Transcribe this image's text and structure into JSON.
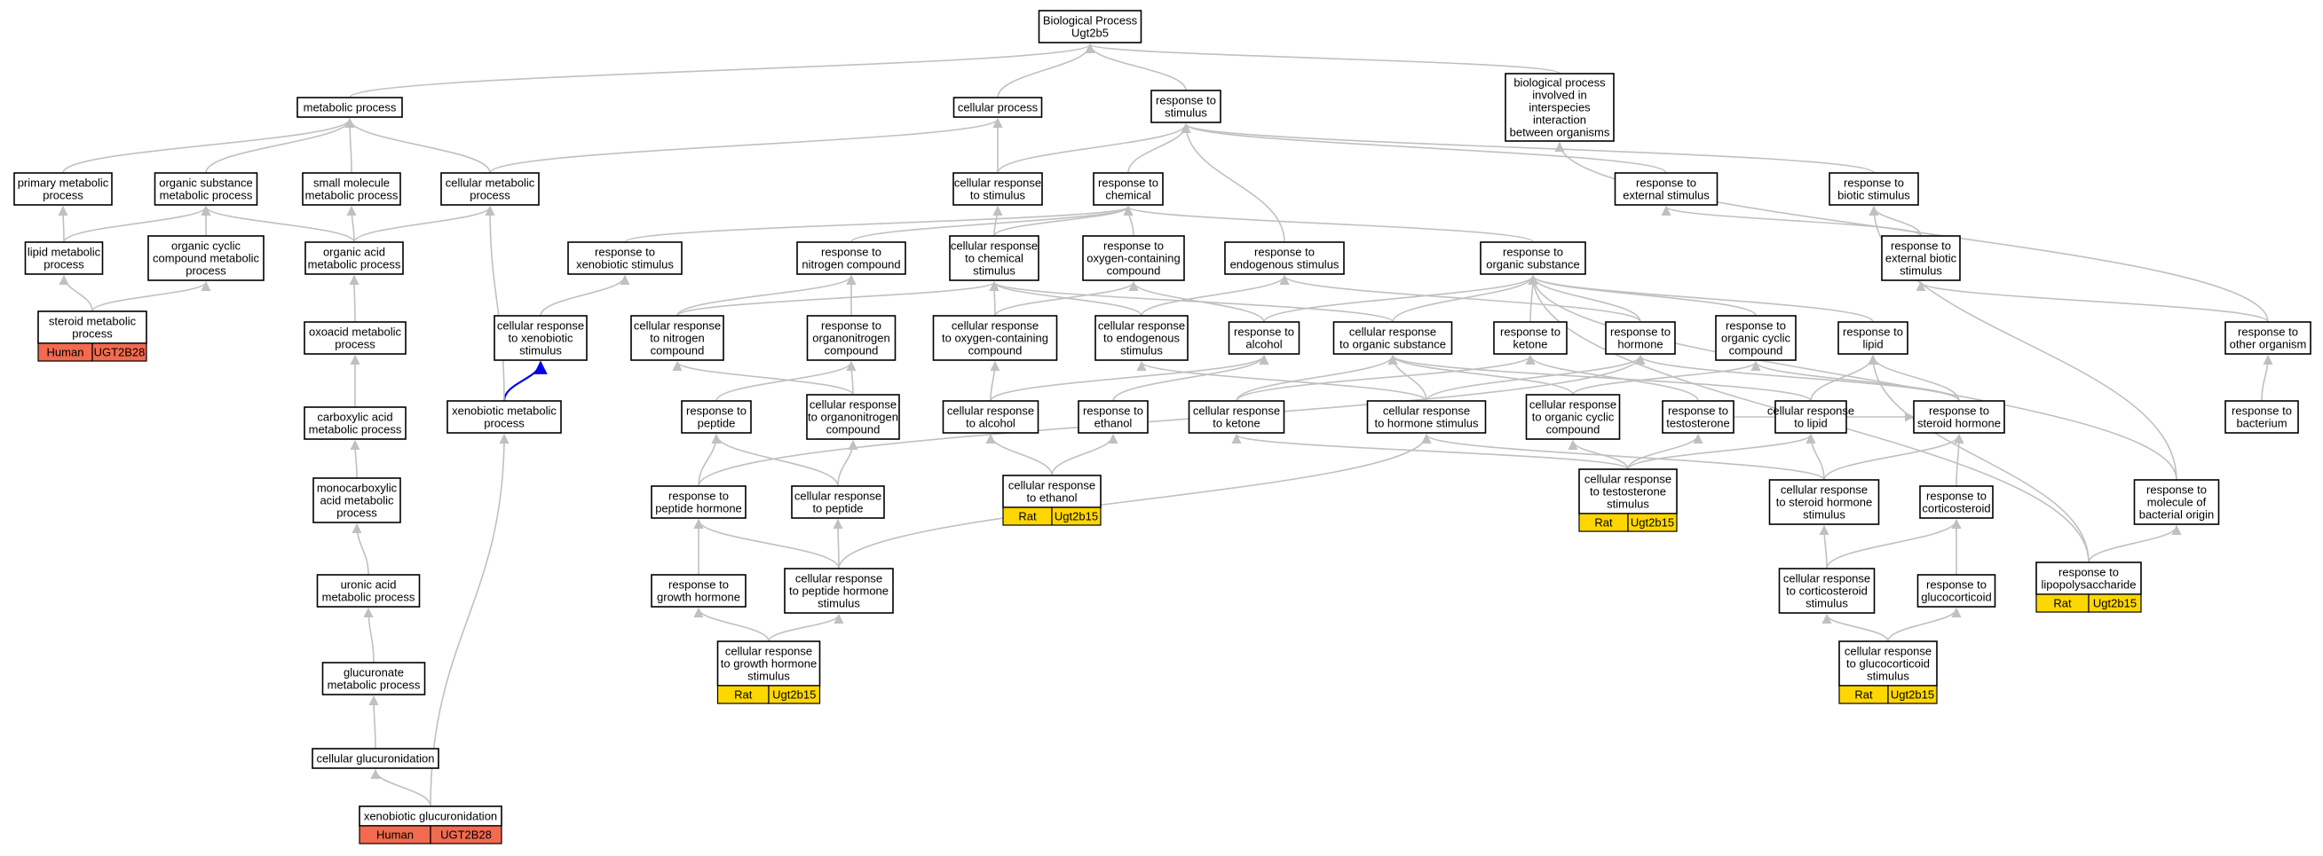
{
  "colors": {
    "node_border": "#000000",
    "edge": "#c0c0c0",
    "edge_highlight": "#0000ee",
    "human_tag": "#f26a4f",
    "rat_tag": "#ffd700"
  },
  "nodes": [
    {
      "id": "bp",
      "lines": [
        "Biological Process",
        "Ugt2b5"
      ]
    },
    {
      "id": "mp",
      "lines": [
        "metabolic process"
      ]
    },
    {
      "id": "cp",
      "lines": [
        "cellular process"
      ]
    },
    {
      "id": "rs",
      "lines": [
        "response to",
        "stimulus"
      ]
    },
    {
      "id": "bpi",
      "lines": [
        "biological process",
        "involved in",
        "interspecies",
        "interaction",
        "between organisms"
      ]
    },
    {
      "id": "pmp",
      "lines": [
        "primary metabolic",
        "process"
      ]
    },
    {
      "id": "osmp",
      "lines": [
        "organic substance",
        "metabolic process"
      ]
    },
    {
      "id": "smmp",
      "lines": [
        "small molecule",
        "metabolic process"
      ]
    },
    {
      "id": "cmp",
      "lines": [
        "cellular metabolic",
        "process"
      ]
    },
    {
      "id": "crs",
      "lines": [
        "cellular response",
        "to stimulus"
      ]
    },
    {
      "id": "rc",
      "lines": [
        "response to",
        "chemical"
      ]
    },
    {
      "id": "res",
      "lines": [
        "response to",
        "external stimulus"
      ]
    },
    {
      "id": "rbs",
      "lines": [
        "response to",
        "biotic stimulus"
      ]
    },
    {
      "id": "lmp",
      "lines": [
        "lipid metabolic",
        "process"
      ]
    },
    {
      "id": "occmp",
      "lines": [
        "organic cyclic",
        "compound metabolic",
        "process"
      ]
    },
    {
      "id": "oamp",
      "lines": [
        "organic acid",
        "metabolic process"
      ]
    },
    {
      "id": "rxs",
      "lines": [
        "response to",
        "xenobiotic stimulus"
      ]
    },
    {
      "id": "rnc",
      "lines": [
        "response to",
        "nitrogen compound"
      ]
    },
    {
      "id": "crc",
      "lines": [
        "cellular response",
        "to chemical",
        "stimulus"
      ]
    },
    {
      "id": "rocc",
      "lines": [
        "response to",
        "oxygen-containing",
        "compound"
      ]
    },
    {
      "id": "renst",
      "lines": [
        "response to",
        "endogenous stimulus"
      ]
    },
    {
      "id": "ros",
      "lines": [
        "response to",
        "organic substance"
      ]
    },
    {
      "id": "rebs",
      "lines": [
        "response to",
        "external biotic",
        "stimulus"
      ]
    },
    {
      "id": "stmp",
      "lines": [
        "steroid metabolic",
        "process"
      ],
      "tag": [
        "Human",
        "UGT2B28"
      ]
    },
    {
      "id": "crxs",
      "lines": [
        "cellular response",
        "to xenobiotic",
        "stimulus"
      ]
    },
    {
      "id": "crnc",
      "lines": [
        "cellular response",
        "to nitrogen",
        "compound"
      ]
    },
    {
      "id": "ronc",
      "lines": [
        "response to",
        "organonitrogen",
        "compound"
      ]
    },
    {
      "id": "crocc",
      "lines": [
        "cellular response",
        "to oxygen-containing",
        "compound"
      ]
    },
    {
      "id": "crens",
      "lines": [
        "cellular response",
        "to endogenous",
        "stimulus"
      ]
    },
    {
      "id": "ra",
      "lines": [
        "response to",
        "alcohol"
      ]
    },
    {
      "id": "cros",
      "lines": [
        "cellular response",
        "to organic substance"
      ]
    },
    {
      "id": "rk",
      "lines": [
        "response to",
        "ketone"
      ]
    },
    {
      "id": "rh",
      "lines": [
        "response to",
        "hormone"
      ]
    },
    {
      "id": "rorc",
      "lines": [
        "response to",
        "organic cyclic",
        "compound"
      ]
    },
    {
      "id": "rl",
      "lines": [
        "response to",
        "lipid"
      ]
    },
    {
      "id": "roo",
      "lines": [
        "response to",
        "other organism"
      ]
    },
    {
      "id": "omp",
      "lines": [
        "oxoacid metabolic",
        "process"
      ]
    },
    {
      "id": "xmp",
      "lines": [
        "xenobiotic metabolic",
        "process"
      ]
    },
    {
      "id": "rp",
      "lines": [
        "response to",
        "peptide"
      ]
    },
    {
      "id": "cronc",
      "lines": [
        "cellular response",
        "to organonitrogen",
        "compound"
      ]
    },
    {
      "id": "cra",
      "lines": [
        "cellular response",
        "to alcohol"
      ]
    },
    {
      "id": "re",
      "lines": [
        "response to",
        "ethanol"
      ]
    },
    {
      "id": "crk",
      "lines": [
        "cellular response",
        "to ketone"
      ]
    },
    {
      "id": "crhs",
      "lines": [
        "cellular response",
        "to hormone stimulus"
      ]
    },
    {
      "id": "crorc",
      "lines": [
        "cellular response",
        "to organic cyclic",
        "compound"
      ]
    },
    {
      "id": "rt",
      "lines": [
        "response to",
        "testosterone"
      ]
    },
    {
      "id": "crl",
      "lines": [
        "cellular response",
        "to lipid"
      ]
    },
    {
      "id": "rsh",
      "lines": [
        "response to",
        "steroid hormone"
      ]
    },
    {
      "id": "rb",
      "lines": [
        "response to",
        "bacterium"
      ]
    },
    {
      "id": "camp",
      "lines": [
        "carboxylic acid",
        "metabolic process"
      ]
    },
    {
      "id": "mcamp",
      "lines": [
        "monocarboxylic",
        "acid metabolic",
        "process"
      ]
    },
    {
      "id": "rph",
      "lines": [
        "response to",
        "peptide hormone"
      ]
    },
    {
      "id": "crp",
      "lines": [
        "cellular response",
        "to peptide"
      ]
    },
    {
      "id": "cre",
      "lines": [
        "cellular response",
        "to ethanol"
      ],
      "tag": [
        "Rat",
        "Ugt2b15"
      ]
    },
    {
      "id": "crts",
      "lines": [
        "cellular response",
        "to testosterone",
        "stimulus"
      ],
      "tag": [
        "Rat",
        "Ugt2b15"
      ]
    },
    {
      "id": "crsh",
      "lines": [
        "cellular response",
        "to steroid hormone",
        "stimulus"
      ]
    },
    {
      "id": "rcs",
      "lines": [
        "response to",
        "corticosteroid"
      ]
    },
    {
      "id": "rmbo",
      "lines": [
        "response to",
        "molecule of",
        "bacterial origin"
      ]
    },
    {
      "id": "uamp",
      "lines": [
        "uronic acid",
        "metabolic process"
      ]
    },
    {
      "id": "rgh",
      "lines": [
        "response to",
        "growth hormone"
      ]
    },
    {
      "id": "crphs",
      "lines": [
        "cellular response",
        "to peptide hormone",
        "stimulus"
      ]
    },
    {
      "id": "crcs",
      "lines": [
        "cellular response",
        "to corticosteroid",
        "stimulus"
      ]
    },
    {
      "id": "rgc",
      "lines": [
        "response to",
        "glucocorticoid"
      ]
    },
    {
      "id": "rlps",
      "lines": [
        "response to",
        "lipopolysaccharide"
      ],
      "tag": [
        "Rat",
        "Ugt2b15"
      ]
    },
    {
      "id": "gmp",
      "lines": [
        "glucuronate",
        "metabolic process"
      ]
    },
    {
      "id": "crghs",
      "lines": [
        "cellular response",
        "to growth hormone",
        "stimulus"
      ],
      "tag": [
        "Rat",
        "Ugt2b15"
      ]
    },
    {
      "id": "crgcs",
      "lines": [
        "cellular response",
        "to glucocorticoid",
        "stimulus"
      ],
      "tag": [
        "Rat",
        "Ugt2b15"
      ]
    },
    {
      "id": "cg",
      "lines": [
        "cellular glucuronidation"
      ]
    },
    {
      "id": "xg",
      "lines": [
        "xenobiotic glucuronidation"
      ],
      "tag": [
        "Human",
        "UGT2B28"
      ]
    }
  ],
  "edges": [
    [
      "mp",
      "bp"
    ],
    [
      "cp",
      "bp"
    ],
    [
      "rs",
      "bp"
    ],
    [
      "bpi",
      "bp"
    ],
    [
      "pmp",
      "mp"
    ],
    [
      "osmp",
      "mp"
    ],
    [
      "smmp",
      "mp"
    ],
    [
      "cmp",
      "mp"
    ],
    [
      "cmp",
      "cp"
    ],
    [
      "crs",
      "cp"
    ],
    [
      "crs",
      "rs"
    ],
    [
      "rc",
      "rs"
    ],
    [
      "res",
      "rs"
    ],
    [
      "rbs",
      "rs"
    ],
    [
      "renst",
      "rs"
    ],
    [
      "lmp",
      "pmp"
    ],
    [
      "lmp",
      "osmp"
    ],
    [
      "occmp",
      "osmp"
    ],
    [
      "oamp",
      "osmp"
    ],
    [
      "oamp",
      "smmp"
    ],
    [
      "oamp",
      "cmp"
    ],
    [
      "stmp",
      "lmp"
    ],
    [
      "stmp",
      "occmp"
    ],
    [
      "rxs",
      "rc"
    ],
    [
      "rnc",
      "rc"
    ],
    [
      "crc",
      "rc"
    ],
    [
      "crc",
      "crs"
    ],
    [
      "rocc",
      "rc"
    ],
    [
      "ros",
      "rc"
    ],
    [
      "rebs",
      "res"
    ],
    [
      "rebs",
      "rbs"
    ],
    [
      "roo",
      "rebs"
    ],
    [
      "roo",
      "bpi"
    ],
    [
      "crxs",
      "rxs"
    ],
    [
      "xmp",
      "crxs"
    ],
    [
      "xmp",
      "cmp"
    ],
    [
      "xg",
      "xmp"
    ],
    [
      "crnc",
      "rnc"
    ],
    [
      "crnc",
      "crc"
    ],
    [
      "ronc",
      "rnc"
    ],
    [
      "rp",
      "ronc"
    ],
    [
      "cronc",
      "ronc"
    ],
    [
      "cronc",
      "crnc"
    ],
    [
      "crocc",
      "rocc"
    ],
    [
      "crocc",
      "crc"
    ],
    [
      "crens",
      "renst"
    ],
    [
      "crens",
      "crc"
    ],
    [
      "ra",
      "rocc"
    ],
    [
      "ra",
      "ros"
    ],
    [
      "cros",
      "ros"
    ],
    [
      "cros",
      "crc"
    ],
    [
      "rk",
      "ros"
    ],
    [
      "rh",
      "ros"
    ],
    [
      "rh",
      "renst"
    ],
    [
      "rorc",
      "ros"
    ],
    [
      "rl",
      "ros"
    ],
    [
      "omp",
      "oamp"
    ],
    [
      "camp",
      "omp"
    ],
    [
      "mcamp",
      "camp"
    ],
    [
      "uamp",
      "mcamp"
    ],
    [
      "gmp",
      "uamp"
    ],
    [
      "cg",
      "gmp"
    ],
    [
      "xg",
      "cg"
    ],
    [
      "cra",
      "ra"
    ],
    [
      "cra",
      "crocc"
    ],
    [
      "re",
      "ra"
    ],
    [
      "cre",
      "cra"
    ],
    [
      "cre",
      "re"
    ],
    [
      "crk",
      "rk"
    ],
    [
      "crk",
      "cros"
    ],
    [
      "crhs",
      "rh"
    ],
    [
      "crhs",
      "cros"
    ],
    [
      "crhs",
      "crens"
    ],
    [
      "crorc",
      "rorc"
    ],
    [
      "crorc",
      "cros"
    ],
    [
      "rt",
      "rk"
    ],
    [
      "rt",
      "rsh"
    ],
    [
      "crl",
      "rl"
    ],
    [
      "crl",
      "cros"
    ],
    [
      "rsh",
      "rl"
    ],
    [
      "rsh",
      "rh"
    ],
    [
      "rsh",
      "rorc"
    ],
    [
      "crts",
      "rt"
    ],
    [
      "crts",
      "crk"
    ],
    [
      "crts",
      "crorc"
    ],
    [
      "crts",
      "crl"
    ],
    [
      "crsh",
      "rsh"
    ],
    [
      "crsh",
      "crhs"
    ],
    [
      "crsh",
      "crl"
    ],
    [
      "rcs",
      "rsh"
    ],
    [
      "crcs",
      "rcs"
    ],
    [
      "crcs",
      "crsh"
    ],
    [
      "rgc",
      "rcs"
    ],
    [
      "crgcs",
      "crcs"
    ],
    [
      "crgcs",
      "rgc"
    ],
    [
      "rph",
      "rp"
    ],
    [
      "rph",
      "rh"
    ],
    [
      "crp",
      "rp"
    ],
    [
      "crp",
      "cronc"
    ],
    [
      "rgh",
      "rph"
    ],
    [
      "crphs",
      "rph"
    ],
    [
      "crphs",
      "crp"
    ],
    [
      "crphs",
      "crhs"
    ],
    [
      "crghs",
      "rgh"
    ],
    [
      "crghs",
      "crphs"
    ],
    [
      "rb",
      "roo"
    ],
    [
      "rmbo",
      "ros"
    ],
    [
      "rmbo",
      "rbs"
    ],
    [
      "rlps",
      "rmbo"
    ],
    [
      "rlps",
      "ros"
    ],
    [
      "rlps",
      "rl"
    ]
  ],
  "highlight_edges": [
    [
      "xmp",
      "crxs"
    ],
    [
      "rmbo",
      "rb"
    ]
  ]
}
